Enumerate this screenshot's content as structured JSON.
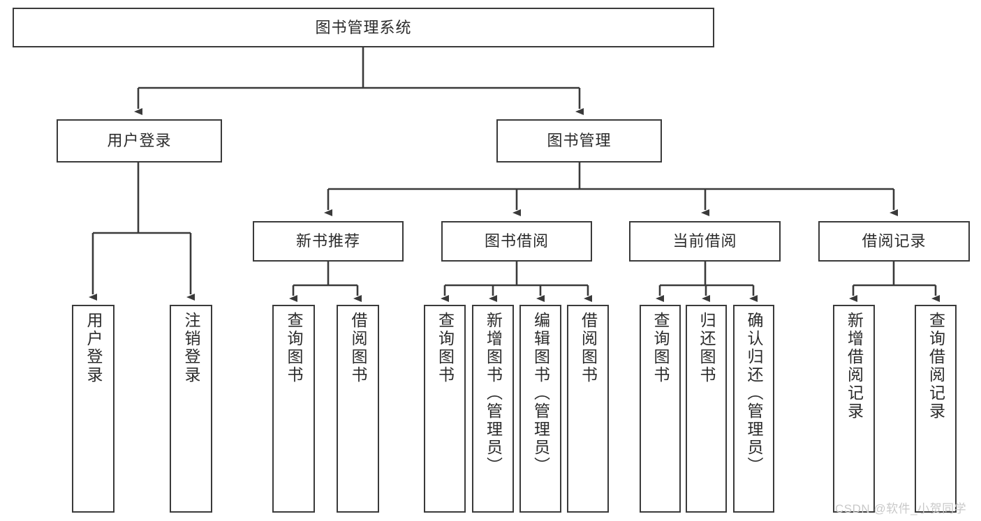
{
  "diagram": {
    "title": "图书管理系统",
    "type": "functional-decomposition-tree",
    "root": {
      "label": "图书管理系统"
    },
    "level2": [
      {
        "label": "用户登录"
      },
      {
        "label": "图书管理"
      }
    ],
    "level3": [
      {
        "label": "新书推荐"
      },
      {
        "label": "图书借阅"
      },
      {
        "label": "当前借阅"
      },
      {
        "label": "借阅记录"
      }
    ],
    "leaves": {
      "user_login": [
        {
          "label": "用户登录"
        },
        {
          "label": "注销登录"
        }
      ],
      "new_book_recommend": [
        {
          "label": "查询图书"
        },
        {
          "label": "借阅图书"
        }
      ],
      "book_borrow": [
        {
          "label": "查询图书"
        },
        {
          "label": "新增图书（管理员）"
        },
        {
          "label": "编辑图书（管理员）"
        },
        {
          "label": "借阅图书"
        }
      ],
      "current_borrow": [
        {
          "label": "查询图书"
        },
        {
          "label": "归还图书"
        },
        {
          "label": "确认归还（管理员）"
        }
      ],
      "borrow_record": [
        {
          "label": "新增借阅记录"
        },
        {
          "label": "查询借阅记录"
        }
      ]
    }
  },
  "watermark": {
    "text": "CSDN @软件_小贺同学"
  },
  "colors": {
    "stroke": "#3a3a3a",
    "text": "#2b2b2b",
    "background": "#ffffff",
    "watermark": "#c9c9c9"
  }
}
